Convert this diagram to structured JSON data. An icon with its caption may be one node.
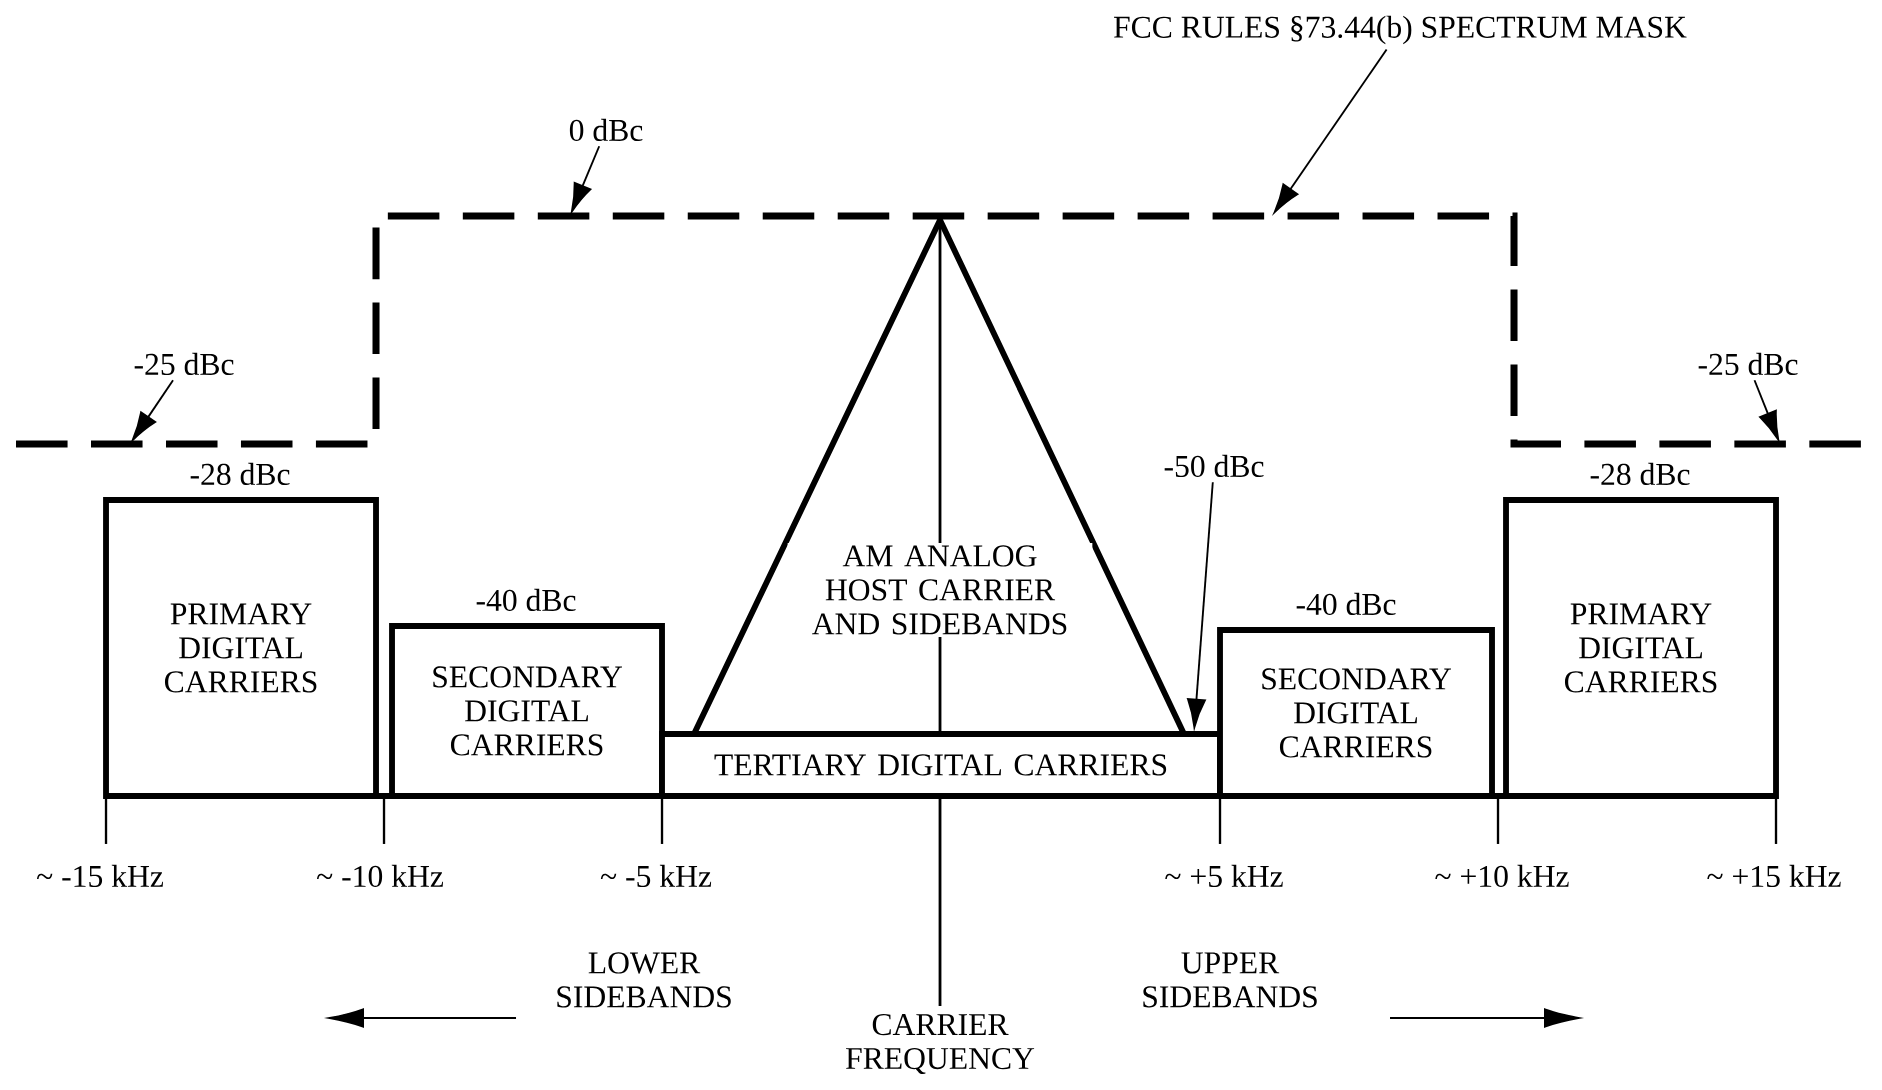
{
  "diagram": {
    "nodes": [
      {
        "text": [
          "PRIMARY DIGITAL CARRIERS"
        ],
        "beside": [
          "-28 dBc"
        ]
      },
      {
        "text": [
          "SECONDARY DIGITAL CARRIERS"
        ],
        "beside": [
          "-40 dBc"
        ]
      },
      {
        "text": [
          "AM ANALOG HOST CARRIER AND SIDEBANDS"
        ]
      },
      {
        "text": [
          "TERTIARY DIGITAL CARRIERS"
        ]
      },
      {
        "text": [
          "SECONDARY DIGITAL CARRIERS"
        ],
        "beside": [
          "-40 dBc"
        ]
      },
      {
        "text": [
          "PRIMARY DIGITAL CARRIERS"
        ],
        "beside": [
          "-28 dBc"
        ]
      },
      {
        "text": [
          "0 dBc"
        ]
      },
      {
        "text": [
          "-25 dBc"
        ]
      },
      {
        "text": [
          "FCC RULES §73.44(b) SPECTRUM MASK"
        ]
      },
      {
        "text": [
          "-25 dBc"
        ]
      },
      {
        "text": [
          "-50 dBc"
        ]
      }
    ],
    "edges": [
      {
        "from": 6,
        "to": null,
        "arrow": "to"
      },
      {
        "from": 7,
        "to": null,
        "arrow": "to"
      },
      {
        "from": 8,
        "to": null,
        "arrow": "to"
      },
      {
        "from": 9,
        "to": null,
        "arrow": "to"
      },
      {
        "from": 10,
        "to": 3,
        "arrow": "to"
      }
    ],
    "labels": [
      "~ -15 kHz",
      "~ -10 kHz",
      "~ -5 kHz",
      "~ +5 kHz",
      "~ +10 kHz",
      "~ +15 kHz",
      "LOWER SIDEBANDS",
      "CARRIER FREQUENCY",
      "UPPER SIDEBANDS"
    ]
  }
}
